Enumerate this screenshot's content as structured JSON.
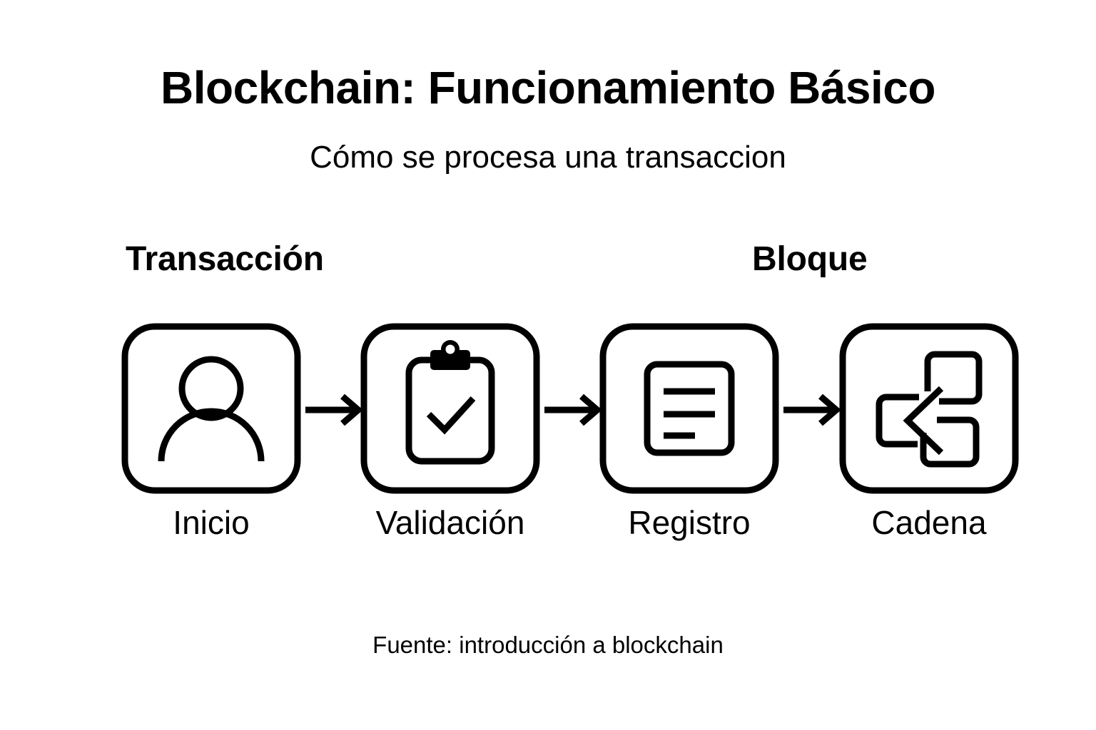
{
  "header": {
    "title": "Blockchain: Funcionamiento Básico",
    "subtitle": "Cómo se procesa una transaccion"
  },
  "sections": [
    {
      "label": "Transacción"
    },
    {
      "label": "Bloque"
    }
  ],
  "flow": {
    "steps": [
      {
        "label": "Inicio",
        "icon": "person-icon"
      },
      {
        "label": "Validación",
        "icon": "clipboard-check-icon"
      },
      {
        "label": "Registro",
        "icon": "document-lines-icon"
      },
      {
        "label": "Cadena",
        "icon": "linked-blocks-icon"
      }
    ],
    "connectors": [
      {
        "icon": "arrow-right-icon"
      },
      {
        "icon": "arrow-right-icon"
      },
      {
        "icon": "arrow-right-icon"
      }
    ]
  },
  "footer": {
    "source": "Fuente: introducción a blockchain"
  },
  "colors": {
    "background": "#ffffff",
    "ink": "#000000"
  }
}
